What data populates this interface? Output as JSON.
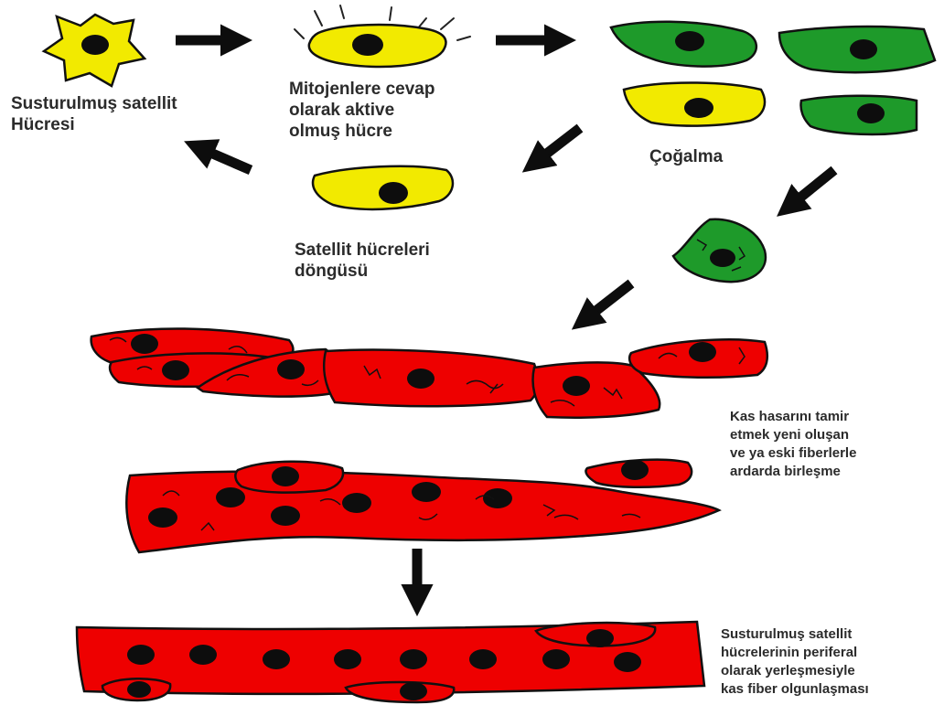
{
  "labels": {
    "quiescent_cell": "Susturulmuş satellit\nHücresi",
    "activated_cell": "Mitojenlere cevap\nolarak aktive\nolmuş hücre",
    "proliferation": "Çoğalma",
    "satellite_cycle": "Satellit hücreleri\ndöngüsü",
    "fusion_repair": "Kas hasarını tamir\netmek yeni oluşan\nve ya eski fiberlerle\nardarda birleşme",
    "fiber_maturation": "Susturulmuş satellit\nhücrelerinin periferal\nolarak yerleşmesiyle\nkas fiber olgunlaşması"
  },
  "colors": {
    "quiescent_cell": "#f2ea00",
    "activated_cell": "#f2ea00",
    "proliferating_cell": "#1e9a2a",
    "muscle_fiber": "#ee0000",
    "nucleus": "#0d0d0d",
    "arrow": "#0d0d0d",
    "outline": "#111111"
  }
}
